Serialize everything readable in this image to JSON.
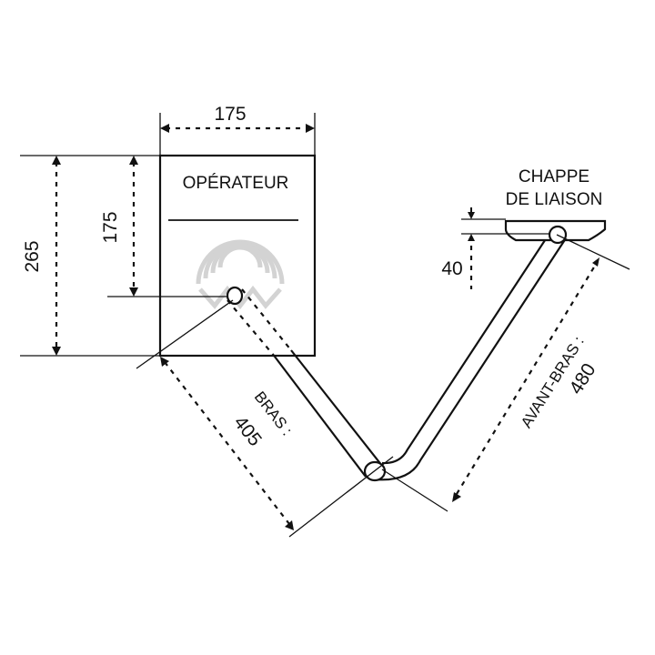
{
  "operator": {
    "label": "OPÉRATEUR"
  },
  "bracket": {
    "label_line1": "CHAPPE",
    "label_line2": "DE LIAISON"
  },
  "dimensions": {
    "operator_width": "175",
    "operator_height_total": "265",
    "operator_pivot_height": "175",
    "bracket_offset": "40",
    "arm_label": "BRAS :",
    "arm_length": "405",
    "forearm_label": "AVANT-BRAS :",
    "forearm_length": "480"
  },
  "colors": {
    "line": "#111111",
    "logo": "#b0b0b0"
  }
}
